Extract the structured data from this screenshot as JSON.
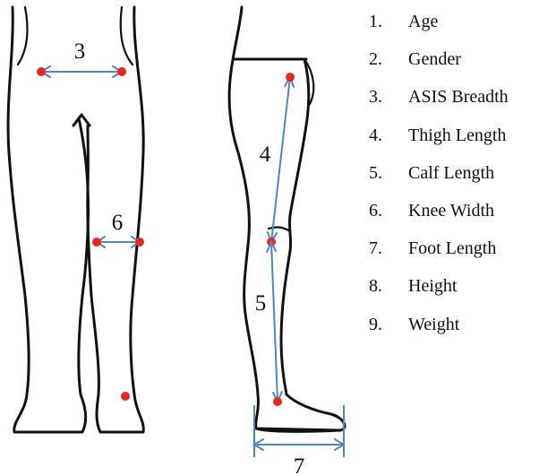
{
  "diagram": {
    "labels": {
      "asis": "3",
      "knee": "6",
      "thigh": "4",
      "calf": "5",
      "foot": "7"
    },
    "colors": {
      "outline": "#111111",
      "measure_line": "#4f86c6",
      "landmark": "#e8281e"
    }
  },
  "legend": {
    "items": [
      {
        "index": "1.",
        "label": "Age"
      },
      {
        "index": "2.",
        "label": "Gender"
      },
      {
        "index": "3.",
        "label": "ASIS Breadth"
      },
      {
        "index": "4.",
        "label": "Thigh Length"
      },
      {
        "index": "5.",
        "label": "Calf Length"
      },
      {
        "index": "6.",
        "label": "Knee Width"
      },
      {
        "index": "7.",
        "label": "Foot Length"
      },
      {
        "index": "8.",
        "label": "Height"
      },
      {
        "index": "9.",
        "label": "Weight"
      }
    ]
  }
}
